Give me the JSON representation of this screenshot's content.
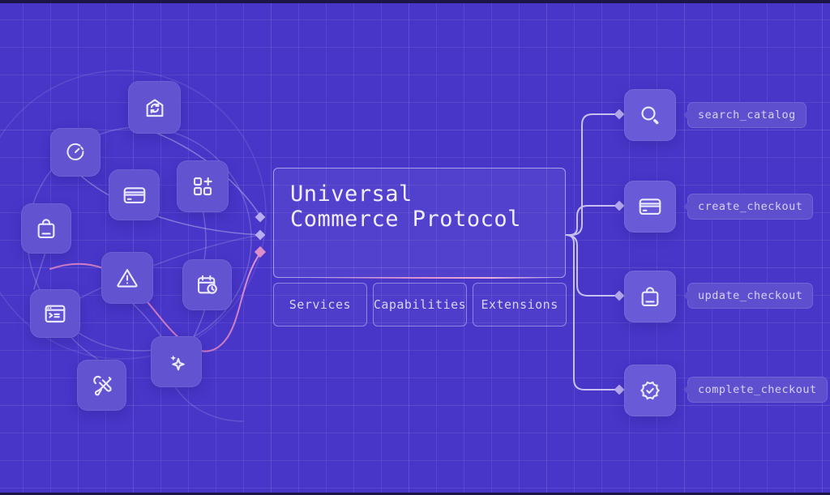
{
  "scene": {
    "title": "Universal Commerce Protocol"
  },
  "center_panel": {
    "title_line1": "Universal",
    "title_line2": "Commerce Protocol",
    "tabs": [
      {
        "label": "Services"
      },
      {
        "label": "Capabilities"
      },
      {
        "label": "Extensions"
      }
    ]
  },
  "left_nodes": [
    {
      "icon": "store-sync-icon"
    },
    {
      "icon": "gauge-icon"
    },
    {
      "icon": "credit-card-icon"
    },
    {
      "icon": "grid-add-icon"
    },
    {
      "icon": "shopping-bag-icon"
    },
    {
      "icon": "warning-icon"
    },
    {
      "icon": "calendar-clock-icon"
    },
    {
      "icon": "terminal-window-icon"
    },
    {
      "icon": "sparkles-icon"
    },
    {
      "icon": "tools-icon"
    }
  ],
  "right_nodes": [
    {
      "icon": "search-icon",
      "label": "search_catalog"
    },
    {
      "icon": "credit-card-icon",
      "label": "create_checkout"
    },
    {
      "icon": "shopping-bag-icon",
      "label": "update_checkout"
    },
    {
      "icon": "badge-check-icon",
      "label": "complete_checkout"
    }
  ],
  "colors": {
    "background": "#4836c9",
    "tile": "#6253d1",
    "tile_right": "#695bd7",
    "accent_pink": "#dc8fc8",
    "connector": "#cfc8f2",
    "text": "#f1edff"
  }
}
